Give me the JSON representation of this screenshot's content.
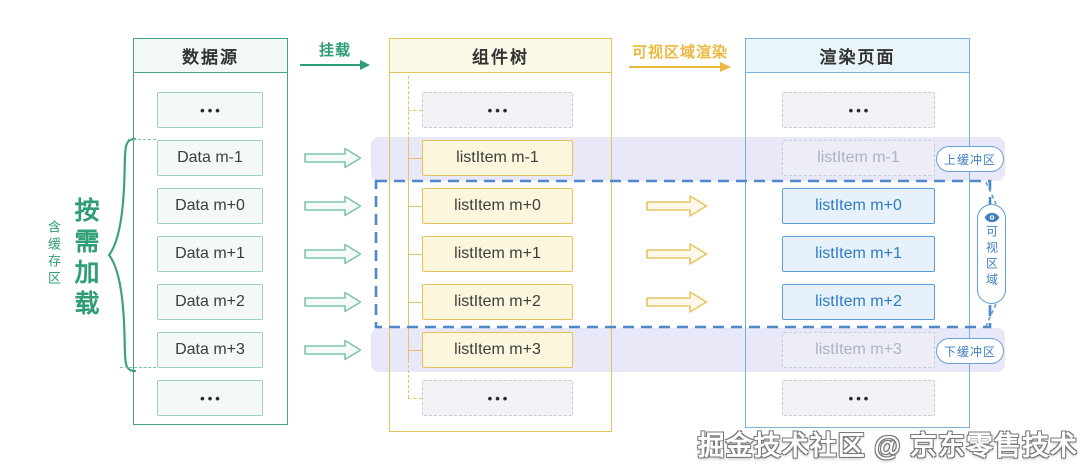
{
  "diagram": {
    "columns": {
      "data_source": {
        "title": "数据源",
        "items": [
          "•••",
          "Data m-1",
          "Data m+0",
          "Data m+1",
          "Data m+2",
          "Data m+3",
          "•••"
        ]
      },
      "component_tree": {
        "title": "组件树",
        "items": [
          "•••",
          "listItem m-1",
          "listItem m+0",
          "listItem m+1",
          "listItem m+2",
          "listItem m+3",
          "•••"
        ]
      },
      "render_page": {
        "title": "渲染页面",
        "items": [
          "•••",
          "listItem m-1",
          "listItem m+0",
          "listItem m+1",
          "listItem m+2",
          "listItem m+3",
          "•••"
        ]
      }
    },
    "arrows": {
      "mount": "挂载",
      "viewport_render": "可视区域渲染"
    },
    "annotations": {
      "on_demand_load": "按需加载",
      "with_cache": "含缓存区",
      "upper_buffer": "上缓冲区",
      "lower_buffer": "下缓冲区",
      "visible_area": "可视区域"
    },
    "icons": {
      "visible_area_icon": "eye-icon"
    },
    "watermark": "掘金技术社区 @ 京东零售技术",
    "colors": {
      "green_accent": "#2f9e74",
      "green_border": "#9ed1b8",
      "yellow_accent": "#ecb83f",
      "yellow_border": "#e5c25f",
      "blue_accent": "#2e7cc4",
      "blue_border": "#5f9fd6",
      "viewport_dash": "#4e88cb",
      "buffer_band": "#e4e4f7",
      "gray_box": "#f0f2f5"
    }
  }
}
